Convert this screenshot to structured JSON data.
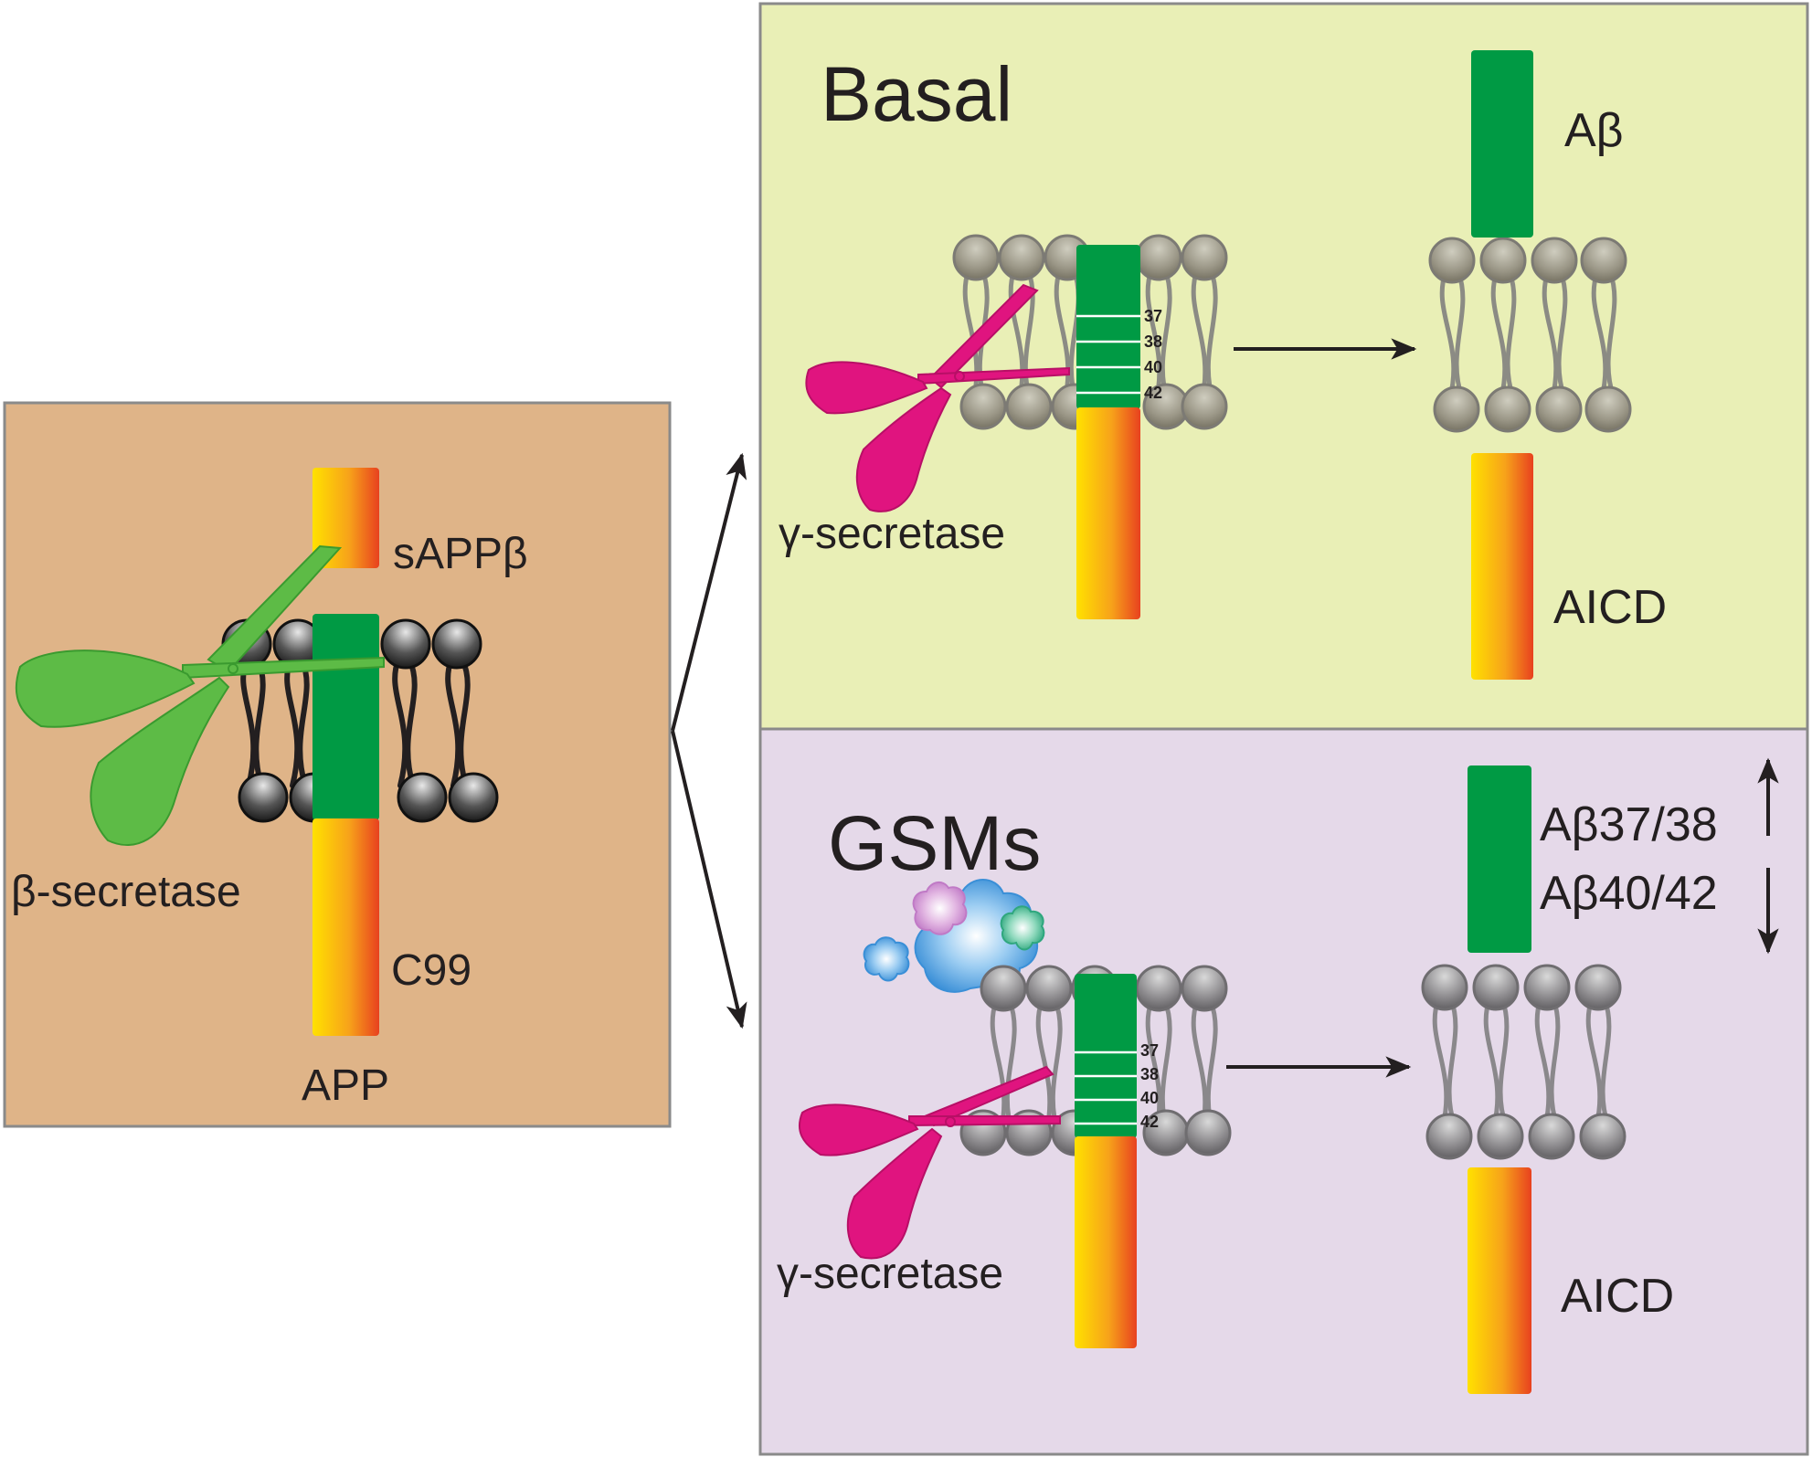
{
  "left_panel": {
    "labels": {
      "fragment_top": "sAPPβ",
      "enzyme": "β-secretase",
      "fragment_bottom": "C99",
      "protein": "APP"
    }
  },
  "basal_panel": {
    "title": "Basal",
    "enzyme": "γ-secretase",
    "cleavage_sites": [
      "37",
      "38",
      "40",
      "42"
    ],
    "product_top": "Aβ",
    "product_bottom": "AICD"
  },
  "gsm_panel": {
    "title": "GSMs",
    "enzyme": "γ-secretase",
    "cleavage_sites": [
      "37",
      "38",
      "40",
      "42"
    ],
    "product_up": "Aβ37/38",
    "product_down": "Aβ40/42",
    "product_bottom": "AICD"
  },
  "colors": {
    "left_panel_bg": "#dfb488",
    "basal_panel_bg": "#e9efb6",
    "gsm_panel_bg": "#e5d9e9",
    "panel_border": "#8a8a8a",
    "abeta_green": "#009a44",
    "beta_secretase": "#5dbb46",
    "gamma_secretase": "#e0147f"
  }
}
